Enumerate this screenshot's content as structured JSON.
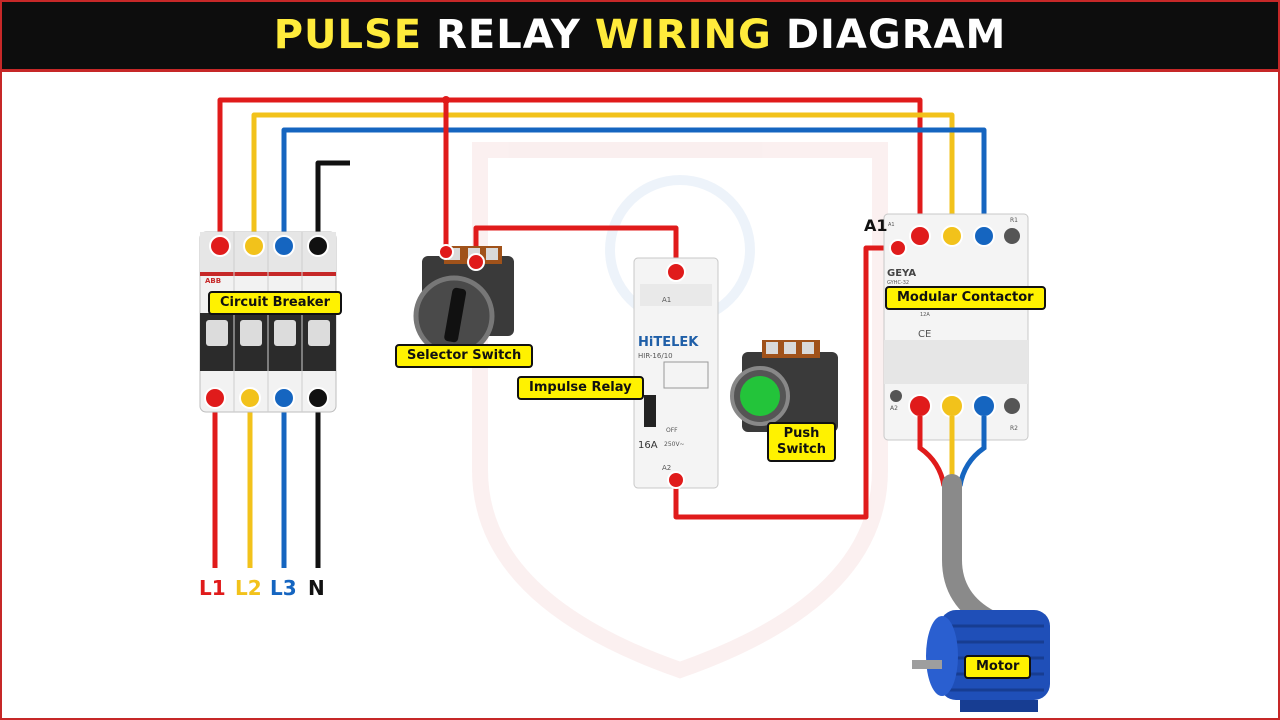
{
  "title": {
    "part1": "PULSE",
    "part2": "RELAY",
    "part3": "WIRING",
    "part4": "DIAGRAM"
  },
  "labels": {
    "circuit_breaker": "Circuit Breaker",
    "selector_switch": "Selector Switch",
    "impulse_relay": "Impulse Relay",
    "push_switch_1": "Push",
    "push_switch_2": "Switch",
    "modular_contactor": "Modular Contactor",
    "motor": "Motor",
    "a1": "A1"
  },
  "device_text": {
    "cb_brand": "ABB",
    "relay_brand": "HiTELEK",
    "relay_model": "HIR-16/10",
    "relay_rating": "16A",
    "relay_voltage": "250V~",
    "relay_a1": "A1",
    "relay_a2": "A2",
    "relay_off": "OFF",
    "contactor_brand": "GEYA",
    "contactor_model": "GYHC-32",
    "contactor_rating": "12A",
    "contactor_a1": "A1",
    "contactor_a2": "A2",
    "contactor_r1": "R1",
    "contactor_r2": "R2",
    "contactor_ce": "CE"
  },
  "lines": [
    {
      "name": "L1",
      "color": "#e01b1b"
    },
    {
      "name": "L2",
      "color": "#f2c21b"
    },
    {
      "name": "L3",
      "color": "#1565c0"
    },
    {
      "name": "N",
      "color": "#111111"
    }
  ],
  "colors": {
    "red": "#e01b1b",
    "yellow": "#f2c21b",
    "blue": "#1565c0",
    "black": "#111111",
    "label_bg": "#fff200"
  }
}
